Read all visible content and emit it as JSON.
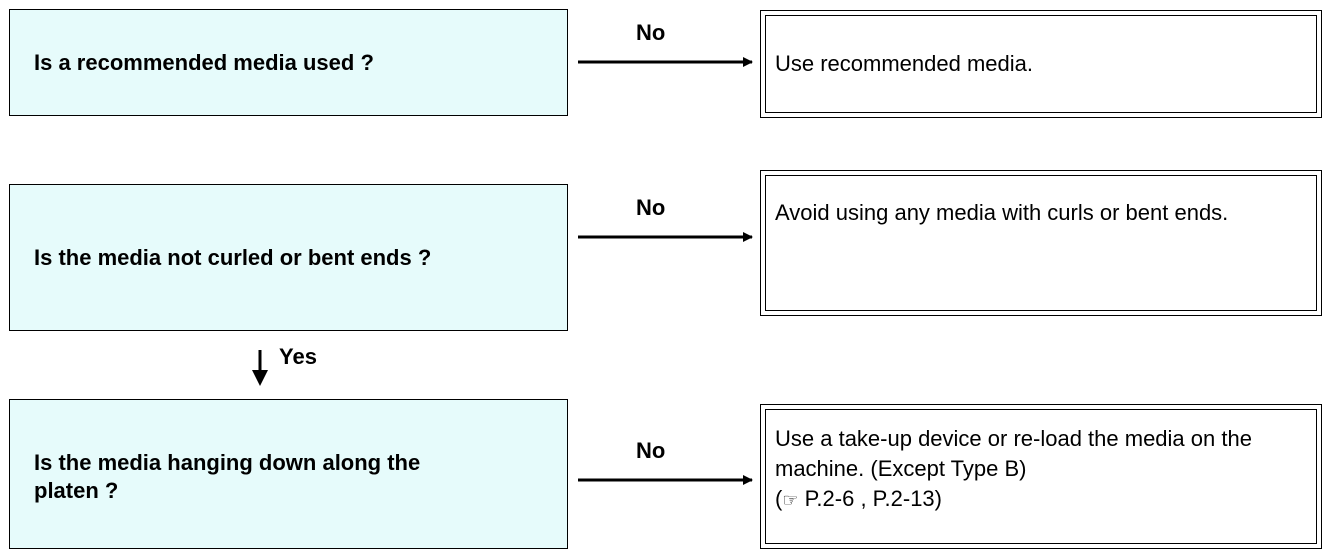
{
  "questions": [
    {
      "text": "Is a recommended media used ?"
    },
    {
      "text": "Is the media not curled or bent ends ?"
    },
    {
      "text": "Is the media hanging down along the platen ?"
    }
  ],
  "answers": [
    {
      "text": "Use recommended media."
    },
    {
      "text": "Avoid using any media with curls or bent ends."
    },
    {
      "line1": "Use a take-up device or re-load the media on the machine. (Except Type B)",
      "ref_icon": "☞",
      "ref_pages": "P.2-6 , P.2-13"
    }
  ],
  "edges": [
    {
      "label": "No"
    },
    {
      "label": "No"
    },
    {
      "label": "No"
    },
    {
      "label": "Yes"
    }
  ],
  "colors": {
    "question_fill": "#e6fbfb",
    "answer_fill": "#ffffff",
    "stroke": "#000000"
  }
}
